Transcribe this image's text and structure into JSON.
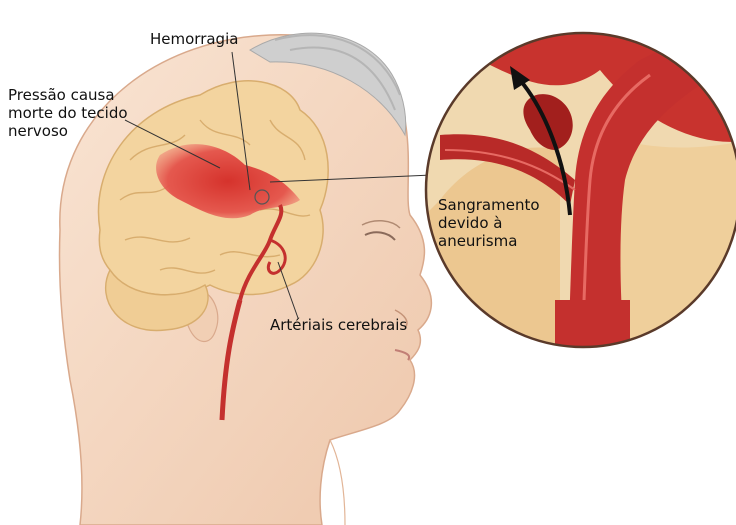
{
  "labels": {
    "hemorrhage": "Hemorragia",
    "pressure": "Pressão causa morte do tecido nervoso",
    "bleeding": "Sangramento devido à aneurisma",
    "arteries": "Artériais cerebrais"
  },
  "colors": {
    "skin": "#f6dcc7",
    "skin_shadow": "#e9c2a6",
    "brain": "#f3d49f",
    "hemorrhage": "#e0403a",
    "artery": "#c4302e",
    "hair": "#c9c9c9",
    "vessel_bg": "#f0d9b0"
  }
}
